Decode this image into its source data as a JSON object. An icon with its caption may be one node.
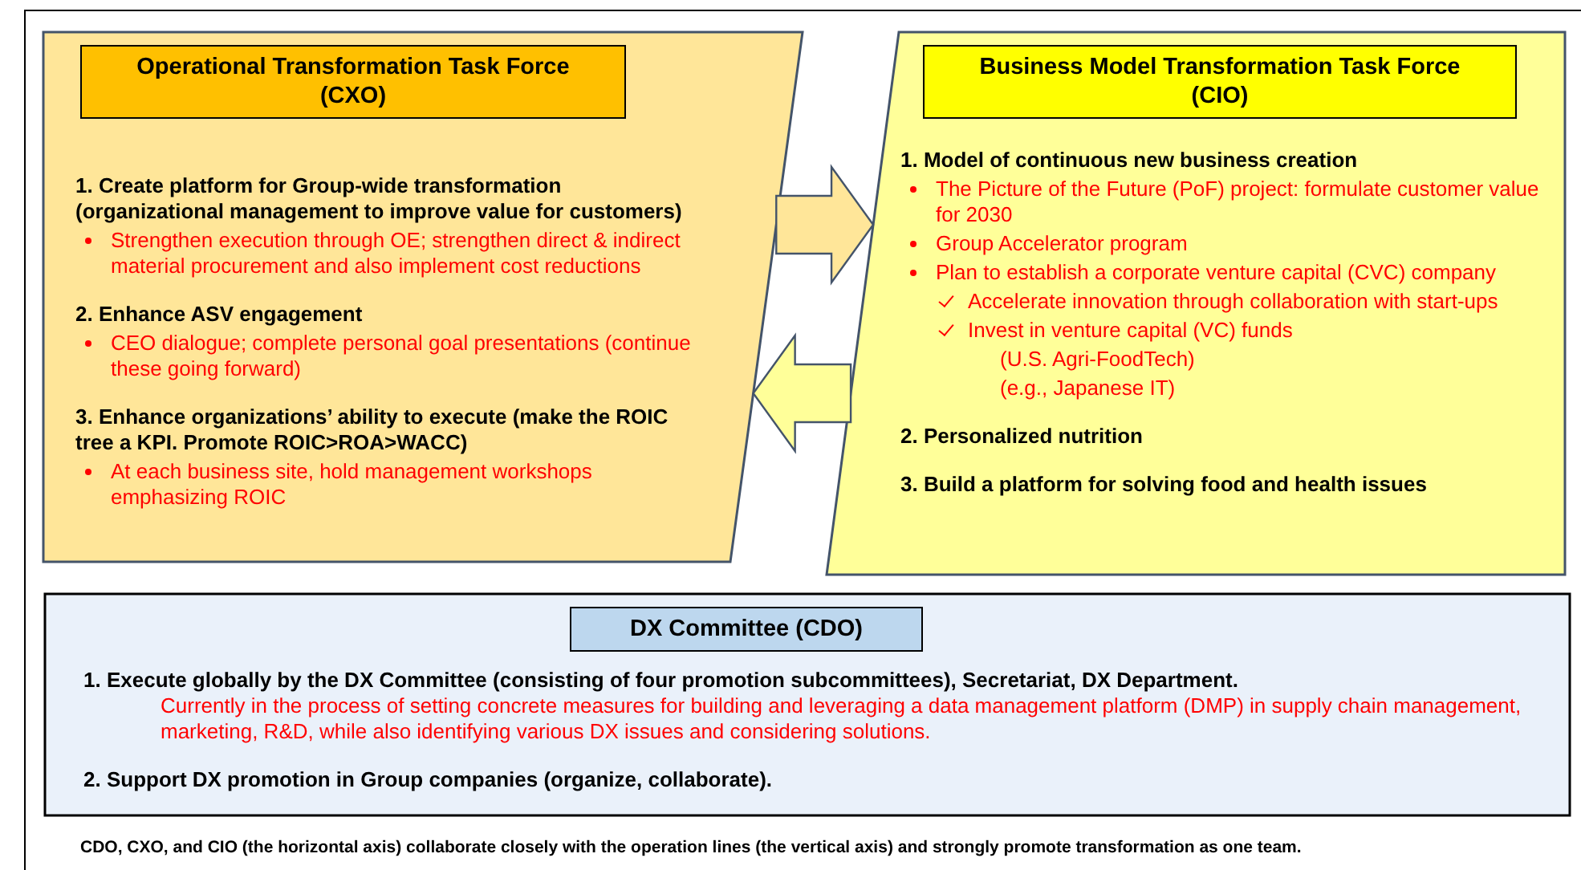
{
  "diagram": {
    "caption": "CDO, CXO, and CIO (the horizontal axis) collaborate closely with the operation lines (the vertical axis) and strongly promote transformation as one team.",
    "nodes": [
      {
        "text": [
          "1. Create platform for Group-wide transformation (organizational management to improve value for customers)",
          "Strengthen execution through OE; strengthen direct & indirect material procurement and also implement cost reductions",
          "2. Enhance ASV engagement",
          "CEO dialogue; complete personal goal presentations (continue these going forward)",
          "3. Enhance organizations’ ability to execute (make the ROIC tree a KPI. Promote ROIC>ROA>WACC)",
          "At each business site, hold management workshops emphasizing ROIC"
        ]
      },
      {
        "text": [
          "Operational Transformation Task Force (CXO)"
        ],
        "in": 0
      },
      {
        "text": [
          "1. Model of continuous new business creation",
          "The Picture of the Future (PoF) project: formulate customer value for 2030",
          "Group Accelerator program",
          "Plan to establish a corporate venture capital (CVC) company",
          "Accelerate innovation through collaboration with start-ups",
          "Invest in venture capital (VC) funds",
          "(U.S. Agri-FoodTech)",
          "(e.g., Japanese IT)",
          "2. Personalized nutrition",
          "3. Build a platform for solving food and health issues"
        ]
      },
      {
        "text": [
          "Business Model Transformation Task Force (CIO)"
        ],
        "in": 2
      },
      {
        "text": [
          "1. Execute globally by the DX Committee (consisting of four promotion subcommittees), Secretariat, DX Department.",
          "Currently in the process of setting concrete measures for building and leveraging a data management platform (DMP) in supply chain management, marketing, R&D, while also identifying various DX issues and considering solutions.",
          "2. Support DX promotion in Group companies (organize, collaborate)."
        ]
      },
      {
        "text": [
          "DX Committee (CDO)"
        ],
        "in": 4
      }
    ],
    "edges": [
      {
        "from": 0,
        "to": 2,
        "arrow": "to",
        "style": "thick",
        "color": "#ffe699"
      },
      {
        "from": 2,
        "to": 0,
        "arrow": "to",
        "style": "thick",
        "color": "#ffff99"
      }
    ]
  }
}
